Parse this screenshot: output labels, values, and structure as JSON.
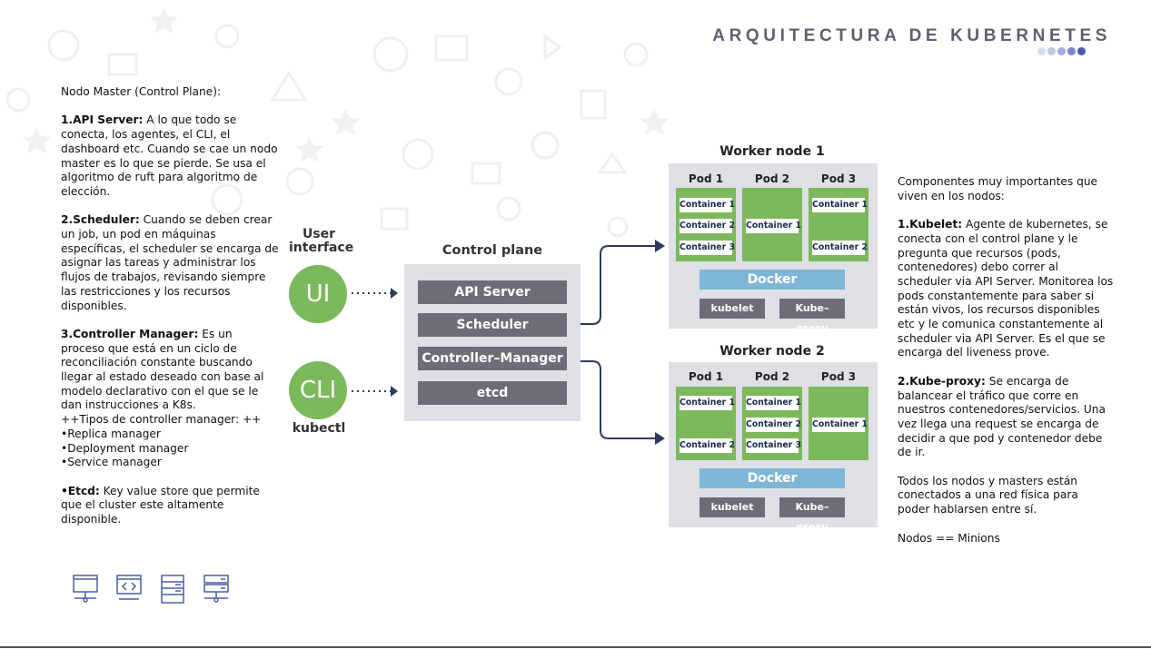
{
  "header": {
    "title": "ARQUITECTURA DE KUBERNETES",
    "dots_colors": [
      "#d8dcee",
      "#c0c6e6",
      "#a3acdc",
      "#7a86c8",
      "#4a58b0"
    ]
  },
  "left_text": {
    "intro": "Nodo Master (Control Plane):",
    "api_server_title": "1.API Server:",
    "api_server_body": " A lo que todo se conecta, los agentes, el CLI, el dashboard etc. Cuando se cae un nodo master es lo que se pierde. Se usa el algoritmo de ruft para algoritmo de elección.",
    "scheduler_title": "2.Scheduler:",
    "scheduler_body": " Cuando se deben crear un job, un pod en máquinas específicas, el scheduler se encarga de asignar las tareas y administrar los flujos de trabajos, revisando siempre las restricciones y los recursos disponibles.",
    "cm_title": "3.Controller Manager:",
    "cm_body": " Es un proceso que está en un ciclo de reconciliación constante buscando llegar al estado deseado con base al modelo declarativo con el que se le dan instrucciones a K8s.",
    "cm_types": "++Tipos de controller manager: ++",
    "cm_item1": "•Replica manager",
    "cm_item2": "•Deployment manager",
    "cm_item3": "•Service manager",
    "etcd_title": "•Etcd:",
    "etcd_body": " Key value store que permite que el cluster este altamente disponible."
  },
  "right_text": {
    "intro": "Componentes muy importantes que viven en los nodos:",
    "kubelet_title": "1.Kubelet:",
    "kubelet_body": " Agente de kubernetes, se conecta con el control plane y le pregunta que recursos (pods, contenedores) debo correr al scheduler via API Server. Monitorea los pods constantemente para saber si están vivos, los recursos disponibles etc y le comunica constantemente al scheduler via API Server. Es el que se encarga del liveness prove.",
    "kubeproxy_title": "2.Kube-proxy:",
    "kubeproxy_body": " Se encarga de balancear el tráfico que corre en nuestros contenedores/servicios. Una vez llega una request se encarga de decidir a que pod y contenedor debe de ir.",
    "network": "Todos los nodos y masters están conectados a una red física para poder hablarsen entre sí.",
    "minions": "Nodos == Minions"
  },
  "diagram": {
    "user_interface_label_1": "User",
    "user_interface_label_2": "interface",
    "ui_circle": "UI",
    "cli_circle": "CLI",
    "kubectl_label": "kubectl",
    "control_plane_title": "Control plane",
    "control_plane_items": [
      "API Server",
      "Scheduler",
      "Controller–Manager",
      "etcd"
    ],
    "worker1": {
      "title": "Worker node 1",
      "pods": [
        "Pod 1",
        "Pod 2",
        "Pod 3"
      ],
      "pod1_containers": [
        "Container 1",
        "Container 2",
        "Container 3"
      ],
      "pod2_containers": [
        "Container 1"
      ],
      "pod3_containers": [
        "Container 1",
        "Container 2"
      ],
      "docker": "Docker",
      "kubelet": "kubelet",
      "kube_proxy": "Kube–proxy"
    },
    "worker2": {
      "title": "Worker node 2",
      "pods": [
        "Pod 1",
        "Pod 2",
        "Pod 3"
      ],
      "pod1_containers": [
        "Container 1",
        "Container 2"
      ],
      "pod2_containers": [
        "Container 1",
        "Container 2",
        "Container 3"
      ],
      "pod3_containers": [
        "Container 1"
      ],
      "docker": "Docker",
      "kubelet": "kubelet",
      "kube_proxy": "Kube–proxy"
    },
    "colors": {
      "green": "#7cb85c",
      "panel": "#dfe0e6",
      "gray_box": "#6d6d78",
      "docker_blue": "#7db6d6",
      "arrow": "#2c3a5e"
    }
  },
  "footer_icons": [
    "monitor-network-icon",
    "code-window-icon",
    "server-rack-icon",
    "server-network-icon"
  ]
}
